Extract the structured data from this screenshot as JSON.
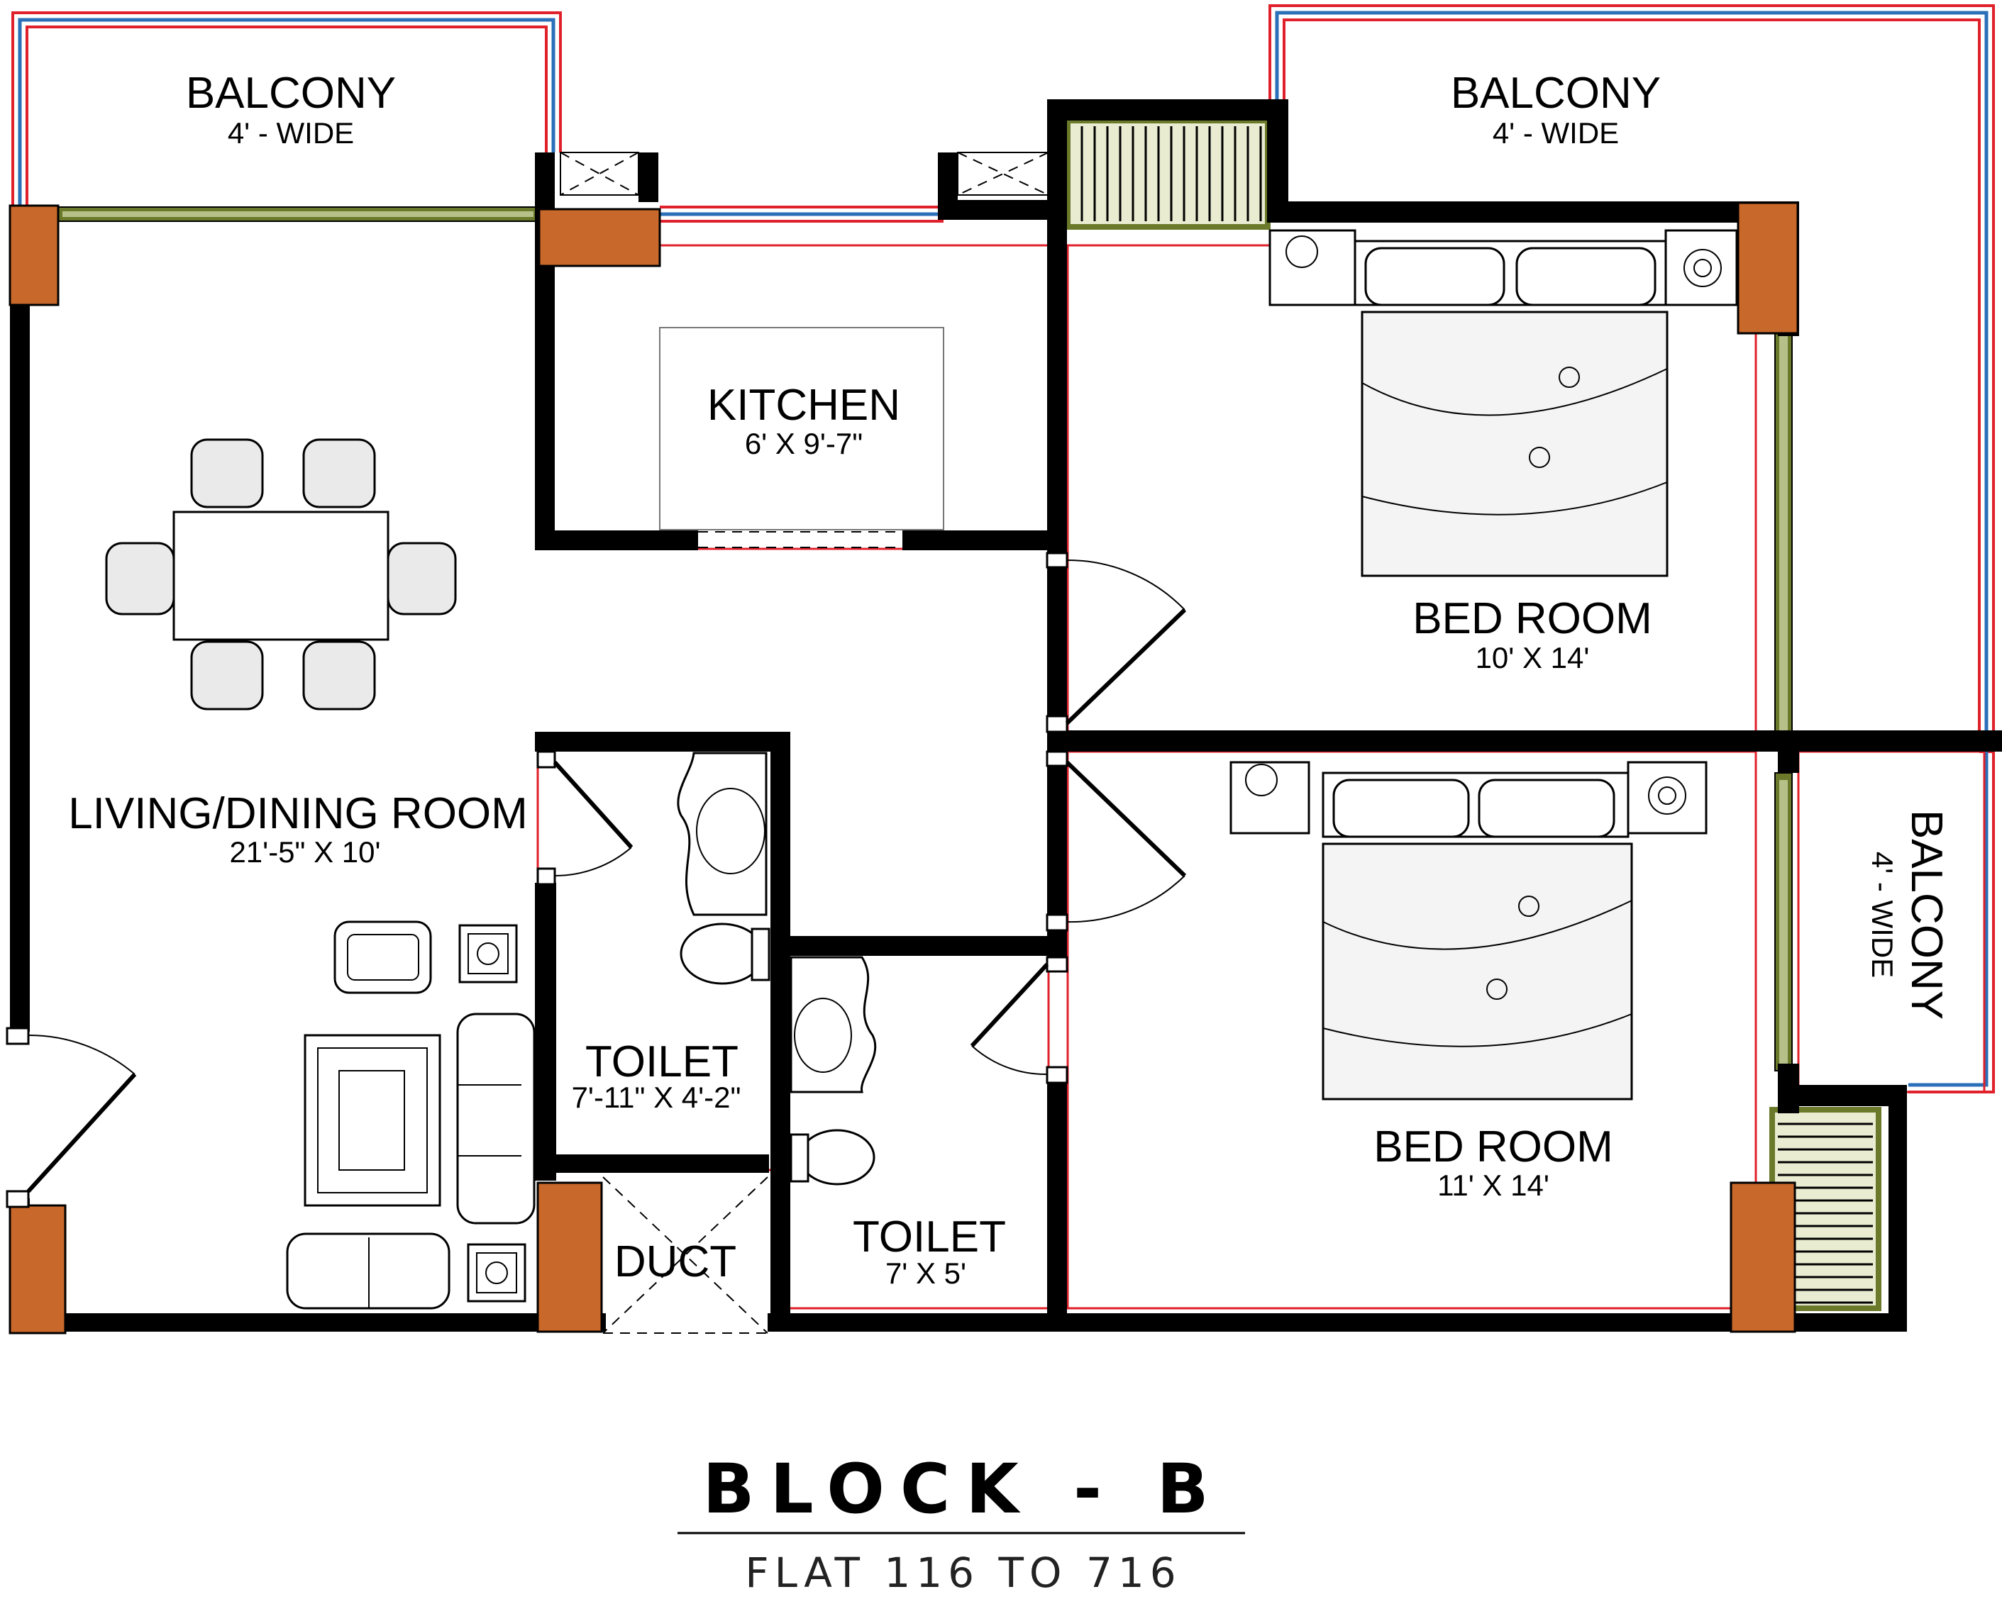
{
  "rooms": {
    "balcony_left": {
      "name": "BALCONY",
      "dim": "4' - WIDE"
    },
    "balcony_top_right": {
      "name": "BALCONY",
      "dim": "4' - WIDE"
    },
    "balcony_right": {
      "name": "BALCONY",
      "dim": "4' - WIDE"
    },
    "kitchen": {
      "name": "KITCHEN",
      "dim": "6' X 9'-7\""
    },
    "bed_room_1": {
      "name": "BED ROOM",
      "dim": "10' X 14'"
    },
    "bed_room_2": {
      "name": "BED ROOM",
      "dim": "11' X 14'"
    },
    "living": {
      "name": "LIVING/DINING ROOM",
      "dim": "21'-5\" X 10'"
    },
    "toilet_1": {
      "name": "TOILET",
      "dim": "7'-11\" X 4'-2\""
    },
    "toilet_2": {
      "name": "TOILET",
      "dim": "7' X 5'"
    },
    "duct": {
      "name": "DUCT"
    }
  },
  "footer": {
    "title": "BLOCK - B",
    "subtitle": "FLAT 116 TO 716"
  },
  "colors": {
    "column": "#c8682a",
    "railing_blue": "#2a6fb8",
    "railing_red": "#e0202a",
    "window_green": "#6b7a2a",
    "stair_fill": "#e9ecd0"
  }
}
